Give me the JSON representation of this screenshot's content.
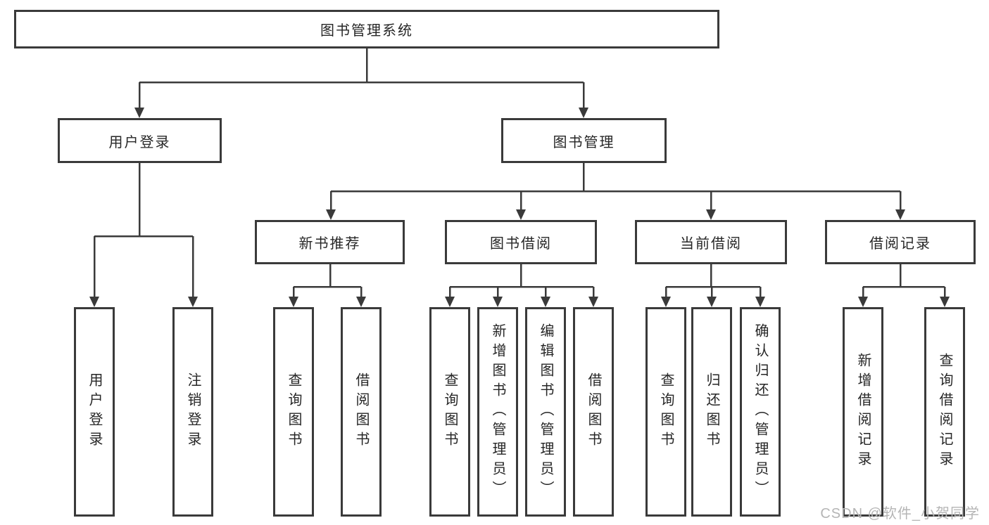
{
  "diagram": {
    "title": "图书管理系统",
    "tree": {
      "root": {
        "label": "图书管理系统",
        "children": [
          {
            "label": "用户登录",
            "children": [
              {
                "label": "用户登录"
              },
              {
                "label": "注销登录"
              }
            ]
          },
          {
            "label": "图书管理",
            "children": [
              {
                "label": "新书推荐",
                "children": [
                  {
                    "label": "查询图书"
                  },
                  {
                    "label": "借阅图书"
                  }
                ]
              },
              {
                "label": "图书借阅",
                "children": [
                  {
                    "label": "查询图书"
                  },
                  {
                    "label": "新增图书（管理员）"
                  },
                  {
                    "label": "编辑图书（管理员）"
                  },
                  {
                    "label": "借阅图书"
                  }
                ]
              },
              {
                "label": "当前借阅",
                "children": [
                  {
                    "label": "查询图书"
                  },
                  {
                    "label": "归还图书"
                  },
                  {
                    "label": "确认归还（管理员）"
                  }
                ]
              },
              {
                "label": "借阅记录",
                "children": [
                  {
                    "label": "新增借阅记录"
                  },
                  {
                    "label": "查询借阅记录"
                  }
                ]
              }
            ]
          }
        ]
      }
    },
    "colors": {
      "line": "#3a3a3a",
      "text": "#262626",
      "background": "#ffffff",
      "watermark_color": "#b5b5b5"
    },
    "watermark": "CSDN @软件_小贺同学"
  }
}
